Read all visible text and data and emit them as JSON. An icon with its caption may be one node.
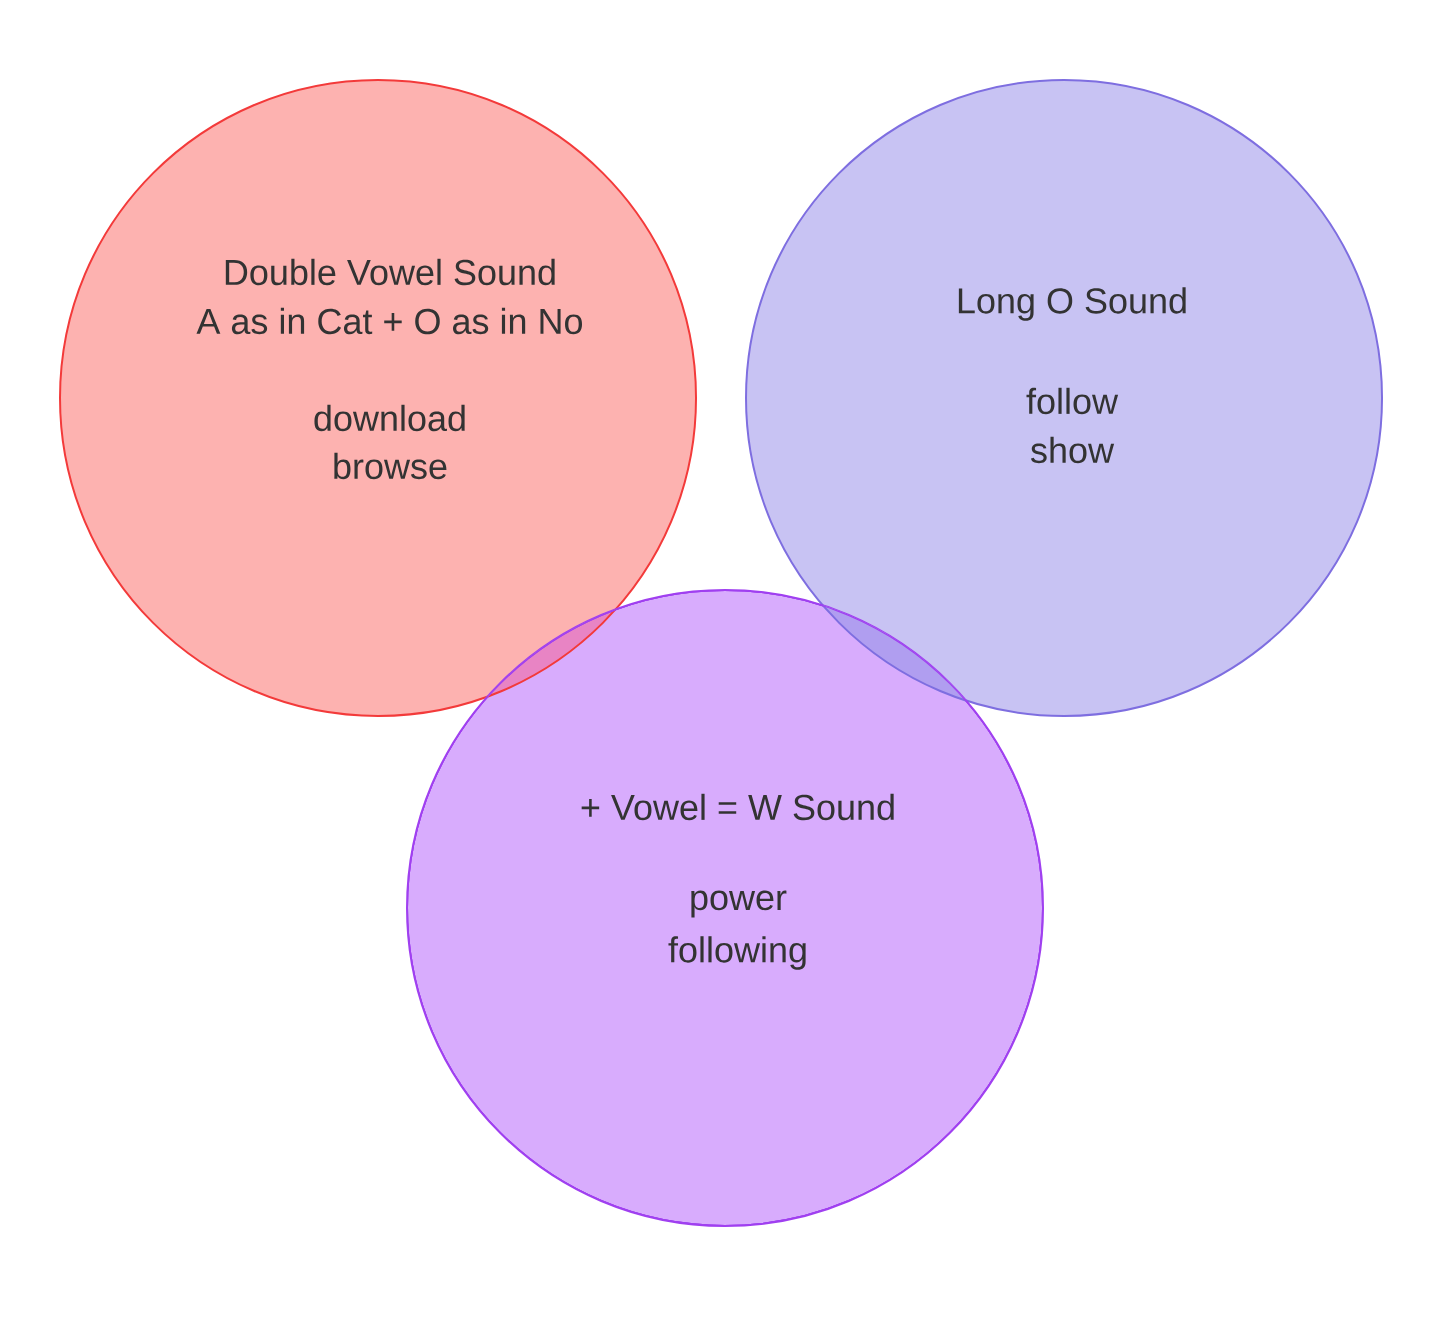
{
  "diagram": {
    "nodes": [
      {
        "text": [
          "Double Vowel Sound",
          "A as in Cat + O as in No",
          "download",
          "browse"
        ]
      },
      {
        "text": [
          "Long O Sound",
          "follow",
          "show"
        ]
      },
      {
        "text": [
          "+ Vowel = W Sound",
          "power",
          "following"
        ]
      }
    ]
  }
}
